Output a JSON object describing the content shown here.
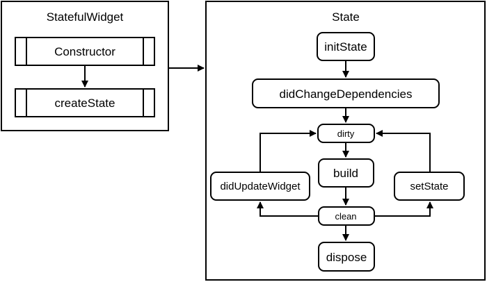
{
  "left_panel": {
    "title": "StatefulWidget",
    "steps": [
      "Constructor",
      "createState"
    ]
  },
  "right_panel": {
    "title": "State",
    "nodes": {
      "init_state": "initState",
      "did_change_dependencies": "didChangeDependencies",
      "dirty": "dirty",
      "build": "build",
      "clean": "clean",
      "dispose": "dispose",
      "did_update_widget": "didUpdateWidget",
      "set_state": "setState"
    }
  }
}
